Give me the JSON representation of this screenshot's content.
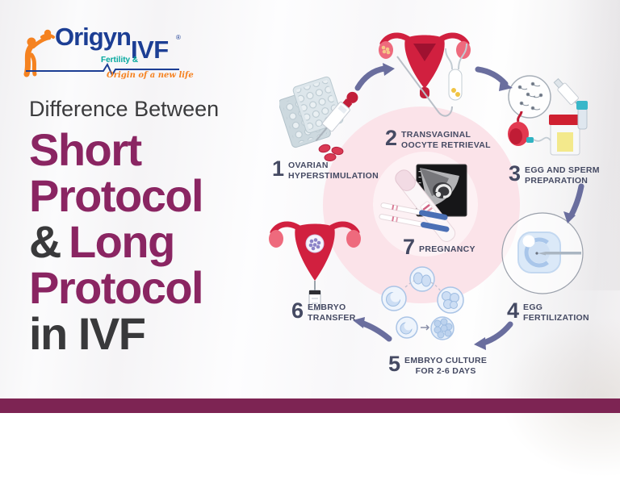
{
  "brand": {
    "name": "Origyn",
    "division": "IVF",
    "registered": "®",
    "subtitle": "Fertility &",
    "tagline": "Origin of a new life",
    "figure_icon": "mother-baby-icon",
    "heartbeat_icon": "heartbeat-line-icon"
  },
  "title": {
    "intro": "Difference Between",
    "line1": "Short",
    "line2": "Protocol",
    "amp": "&",
    "line3": "Long",
    "line4": "Protocol",
    "line5": "in IVF"
  },
  "cycle": {
    "steps": [
      {
        "num": "1",
        "line1": "OVARIAN",
        "line2": "HYPERSTIMULATION",
        "icon": "pills-syringe-icon"
      },
      {
        "num": "2",
        "line1": "TRANSVAGINAL",
        "line2": "OOCYTE RETRIEVAL",
        "icon": "uterus-oocyte-retrieval-icon"
      },
      {
        "num": "3",
        "line1": "EGG AND SPERM",
        "line2": "PREPARATION",
        "icon": "petri-dish-specimen-cup-icon"
      },
      {
        "num": "4",
        "line1": "EGG",
        "line2": "FERTILIZATION",
        "icon": "icsi-egg-fertilization-icon"
      },
      {
        "num": "5",
        "line1": "EMBRYO CULTURE",
        "line2": "FOR 2-6 DAYS",
        "icon": "embryo-cells-icon"
      },
      {
        "num": "6",
        "line1": "EMBRYO",
        "line2": "TRANSFER",
        "icon": "uterus-embryo-transfer-icon"
      },
      {
        "num": "7",
        "line1": "PREGNANCY",
        "line2": "",
        "icon": "pregnancy-test-ultrasound-icon"
      }
    ]
  },
  "colors": {
    "accent_magenta": "#8a2562",
    "dark_text": "#39393b",
    "step_text": "#454a63",
    "arrow": "#6a6e9e",
    "circle_pink": "#fbe3e9",
    "footer_bar": "#7d2453",
    "logo_blue": "#1c3e94",
    "logo_teal": "#00a79d",
    "logo_orange": "#f58220"
  }
}
